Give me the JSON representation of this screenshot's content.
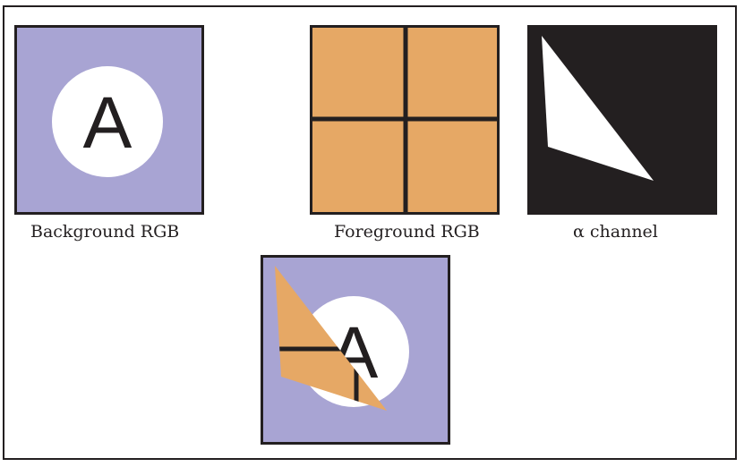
{
  "captions": {
    "background": "Background RGB",
    "foreground": "Foreground RGB",
    "alpha": "α channel"
  },
  "letter": "A",
  "colors": {
    "background_fill": "#a8a4d3",
    "foreground_fill": "#e6a865",
    "line": "#231f20",
    "circle": "#ffffff",
    "alpha_black": "#231f20",
    "alpha_white": "#ffffff"
  }
}
